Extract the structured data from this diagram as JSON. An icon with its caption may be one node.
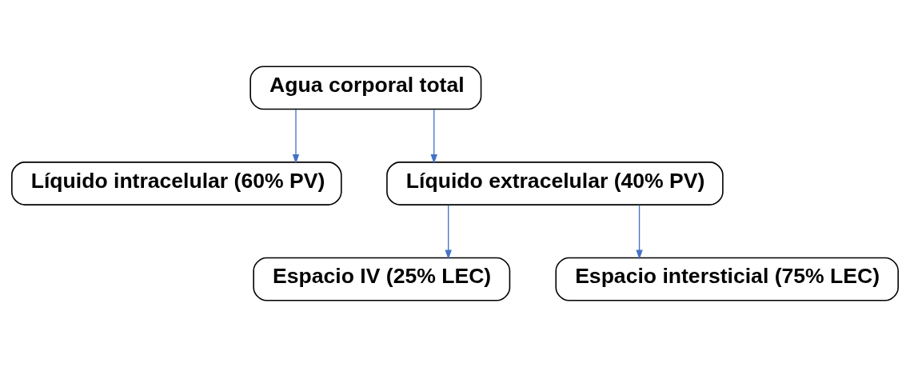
{
  "diagram": {
    "nodes": [
      {
        "text": [
          "Agua corporal total"
        ]
      },
      {
        "text": [
          "Líquido intracelular (60% PV)"
        ]
      },
      {
        "text": [
          "Líquido extracelular (40% PV)"
        ]
      },
      {
        "text": [
          "Espacio IV (25% LEC)"
        ]
      },
      {
        "text": [
          "Espacio intersticial (75% LEC)"
        ]
      }
    ],
    "edges": [
      {
        "from": 0,
        "to": 1,
        "arrow": "to",
        "color": "#4472c4"
      },
      {
        "from": 0,
        "to": 2,
        "arrow": "to",
        "color": "#4472c4"
      },
      {
        "from": 2,
        "to": 3,
        "arrow": "to",
        "color": "#4472c4"
      },
      {
        "from": 2,
        "to": 4,
        "arrow": "to",
        "color": "#4472c4"
      }
    ]
  }
}
